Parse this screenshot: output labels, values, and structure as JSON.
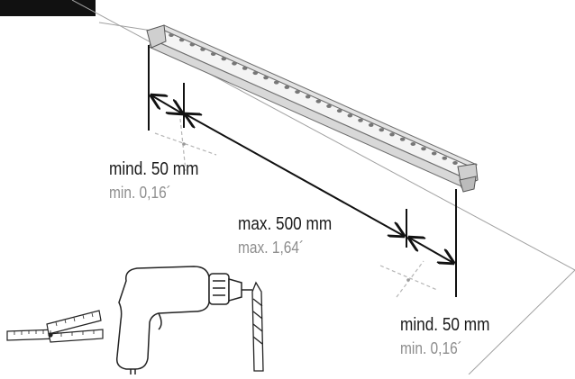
{
  "diagram": {
    "colors": {
      "line": "#111111",
      "secondary_text": "#8e8e8e",
      "wall_line": "#9a9a9a",
      "badge": "#111111"
    },
    "labels": {
      "left_min": {
        "primary": "mind. 50 mm",
        "secondary": "min. 0,16´"
      },
      "span_max": {
        "primary": "max. 500 mm",
        "secondary": "max. 1,64´"
      },
      "right_min": {
        "primary": "mind. 50 mm",
        "secondary": "min. 0,16´"
      }
    },
    "icons": [
      "led-light-bar-icon",
      "folding-ruler-icon",
      "power-drill-icon",
      "drill-bit-icon",
      "screw-position-marker-icon"
    ]
  }
}
